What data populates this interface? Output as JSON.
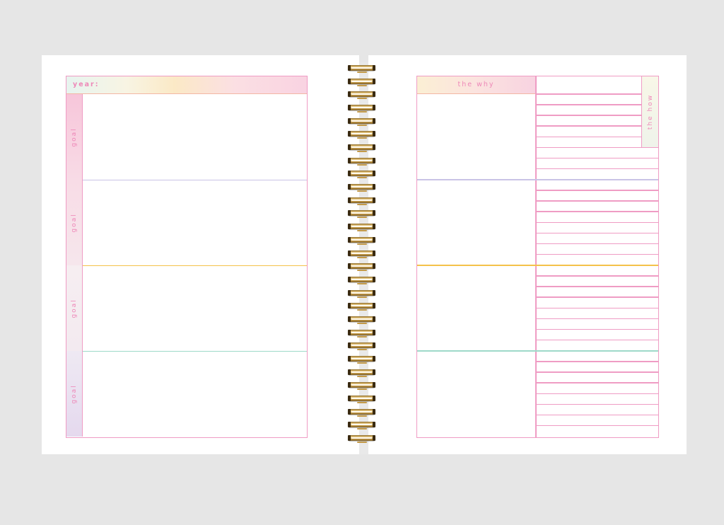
{
  "planner": {
    "left_page": {
      "header": {
        "label": "year:"
      },
      "goals": [
        {
          "label": "goal",
          "tab_gradient": [
            "#f7c6da",
            "#f8dbe6"
          ],
          "divider_color": "#c9c3e6"
        },
        {
          "label": "goal",
          "tab_gradient": [
            "#f8dce6",
            "#f6e6ec"
          ],
          "divider_color": "#f4c24a"
        },
        {
          "label": "goal",
          "tab_gradient": [
            "#f6eef1",
            "#f3eaf0"
          ],
          "divider_color": "#9ed9c9"
        },
        {
          "label": "goal",
          "tab_gradient": [
            "#eee9f3",
            "#e5d9ee"
          ],
          "divider_color": null
        }
      ]
    },
    "right_page": {
      "why_header": {
        "label": "the why"
      },
      "how_header": {
        "label": "the how"
      },
      "how_rows": 32,
      "section_dividers": [
        "#c9c3e6",
        "#f4c24a",
        "#9ed9c9"
      ]
    },
    "spiral": {
      "ring_count": 29
    },
    "colors": {
      "grid_line": "#ef9cc4",
      "label_text": "#ee88b8",
      "background": "#e6e6e6",
      "page": "#ffffff"
    }
  }
}
